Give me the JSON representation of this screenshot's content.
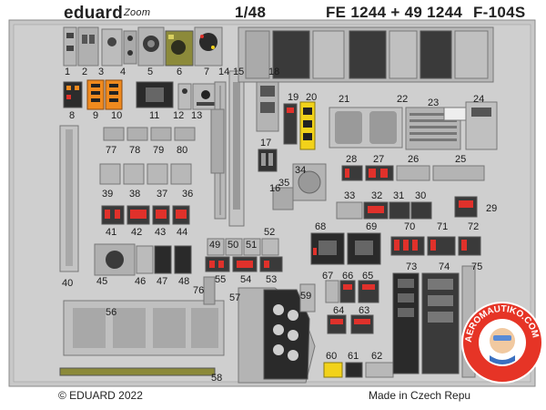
{
  "header": {
    "brand": "eduard",
    "brand_sub": "Zoom",
    "scale": "1/48",
    "code": "FE 1244 + 49 1244",
    "model": "F-104S"
  },
  "footer": {
    "copyright": "© EDUARD 2022",
    "origin": "Made in Czech Repu"
  },
  "watermark": {
    "text": "AEROMAUTIKO.COM"
  },
  "part_numbers": [
    "1",
    "2",
    "3",
    "4",
    "5",
    "6",
    "7",
    "8",
    "9",
    "10",
    "11",
    "12",
    "13",
    "14",
    "15",
    "16",
    "17",
    "18",
    "19",
    "20",
    "21",
    "22",
    "23",
    "24",
    "25",
    "26",
    "27",
    "28",
    "29",
    "30",
    "31",
    "32",
    "33",
    "34",
    "35",
    "36",
    "37",
    "38",
    "39",
    "40",
    "41",
    "42",
    "43",
    "44",
    "45",
    "46",
    "47",
    "48",
    "49",
    "50",
    "51",
    "52",
    "53",
    "54",
    "55",
    "56",
    "57",
    "58",
    "59",
    "60",
    "61",
    "62",
    "63",
    "64",
    "65",
    "66",
    "67",
    "68",
    "69",
    "70",
    "71",
    "72",
    "73",
    "74",
    "75",
    "76",
    "77",
    "78",
    "79",
    "80"
  ],
  "colors": {
    "metal": "#c8c8c8",
    "metal_dark": "#9a9a9a",
    "panel_red": "#e0312b",
    "panel_orange": "#f08a1e",
    "panel_yellow": "#f2d21a",
    "panel_dark": "#3a3a3a",
    "panel_olive": "#8c8a3a",
    "panel_cream": "#e8e2c8"
  }
}
